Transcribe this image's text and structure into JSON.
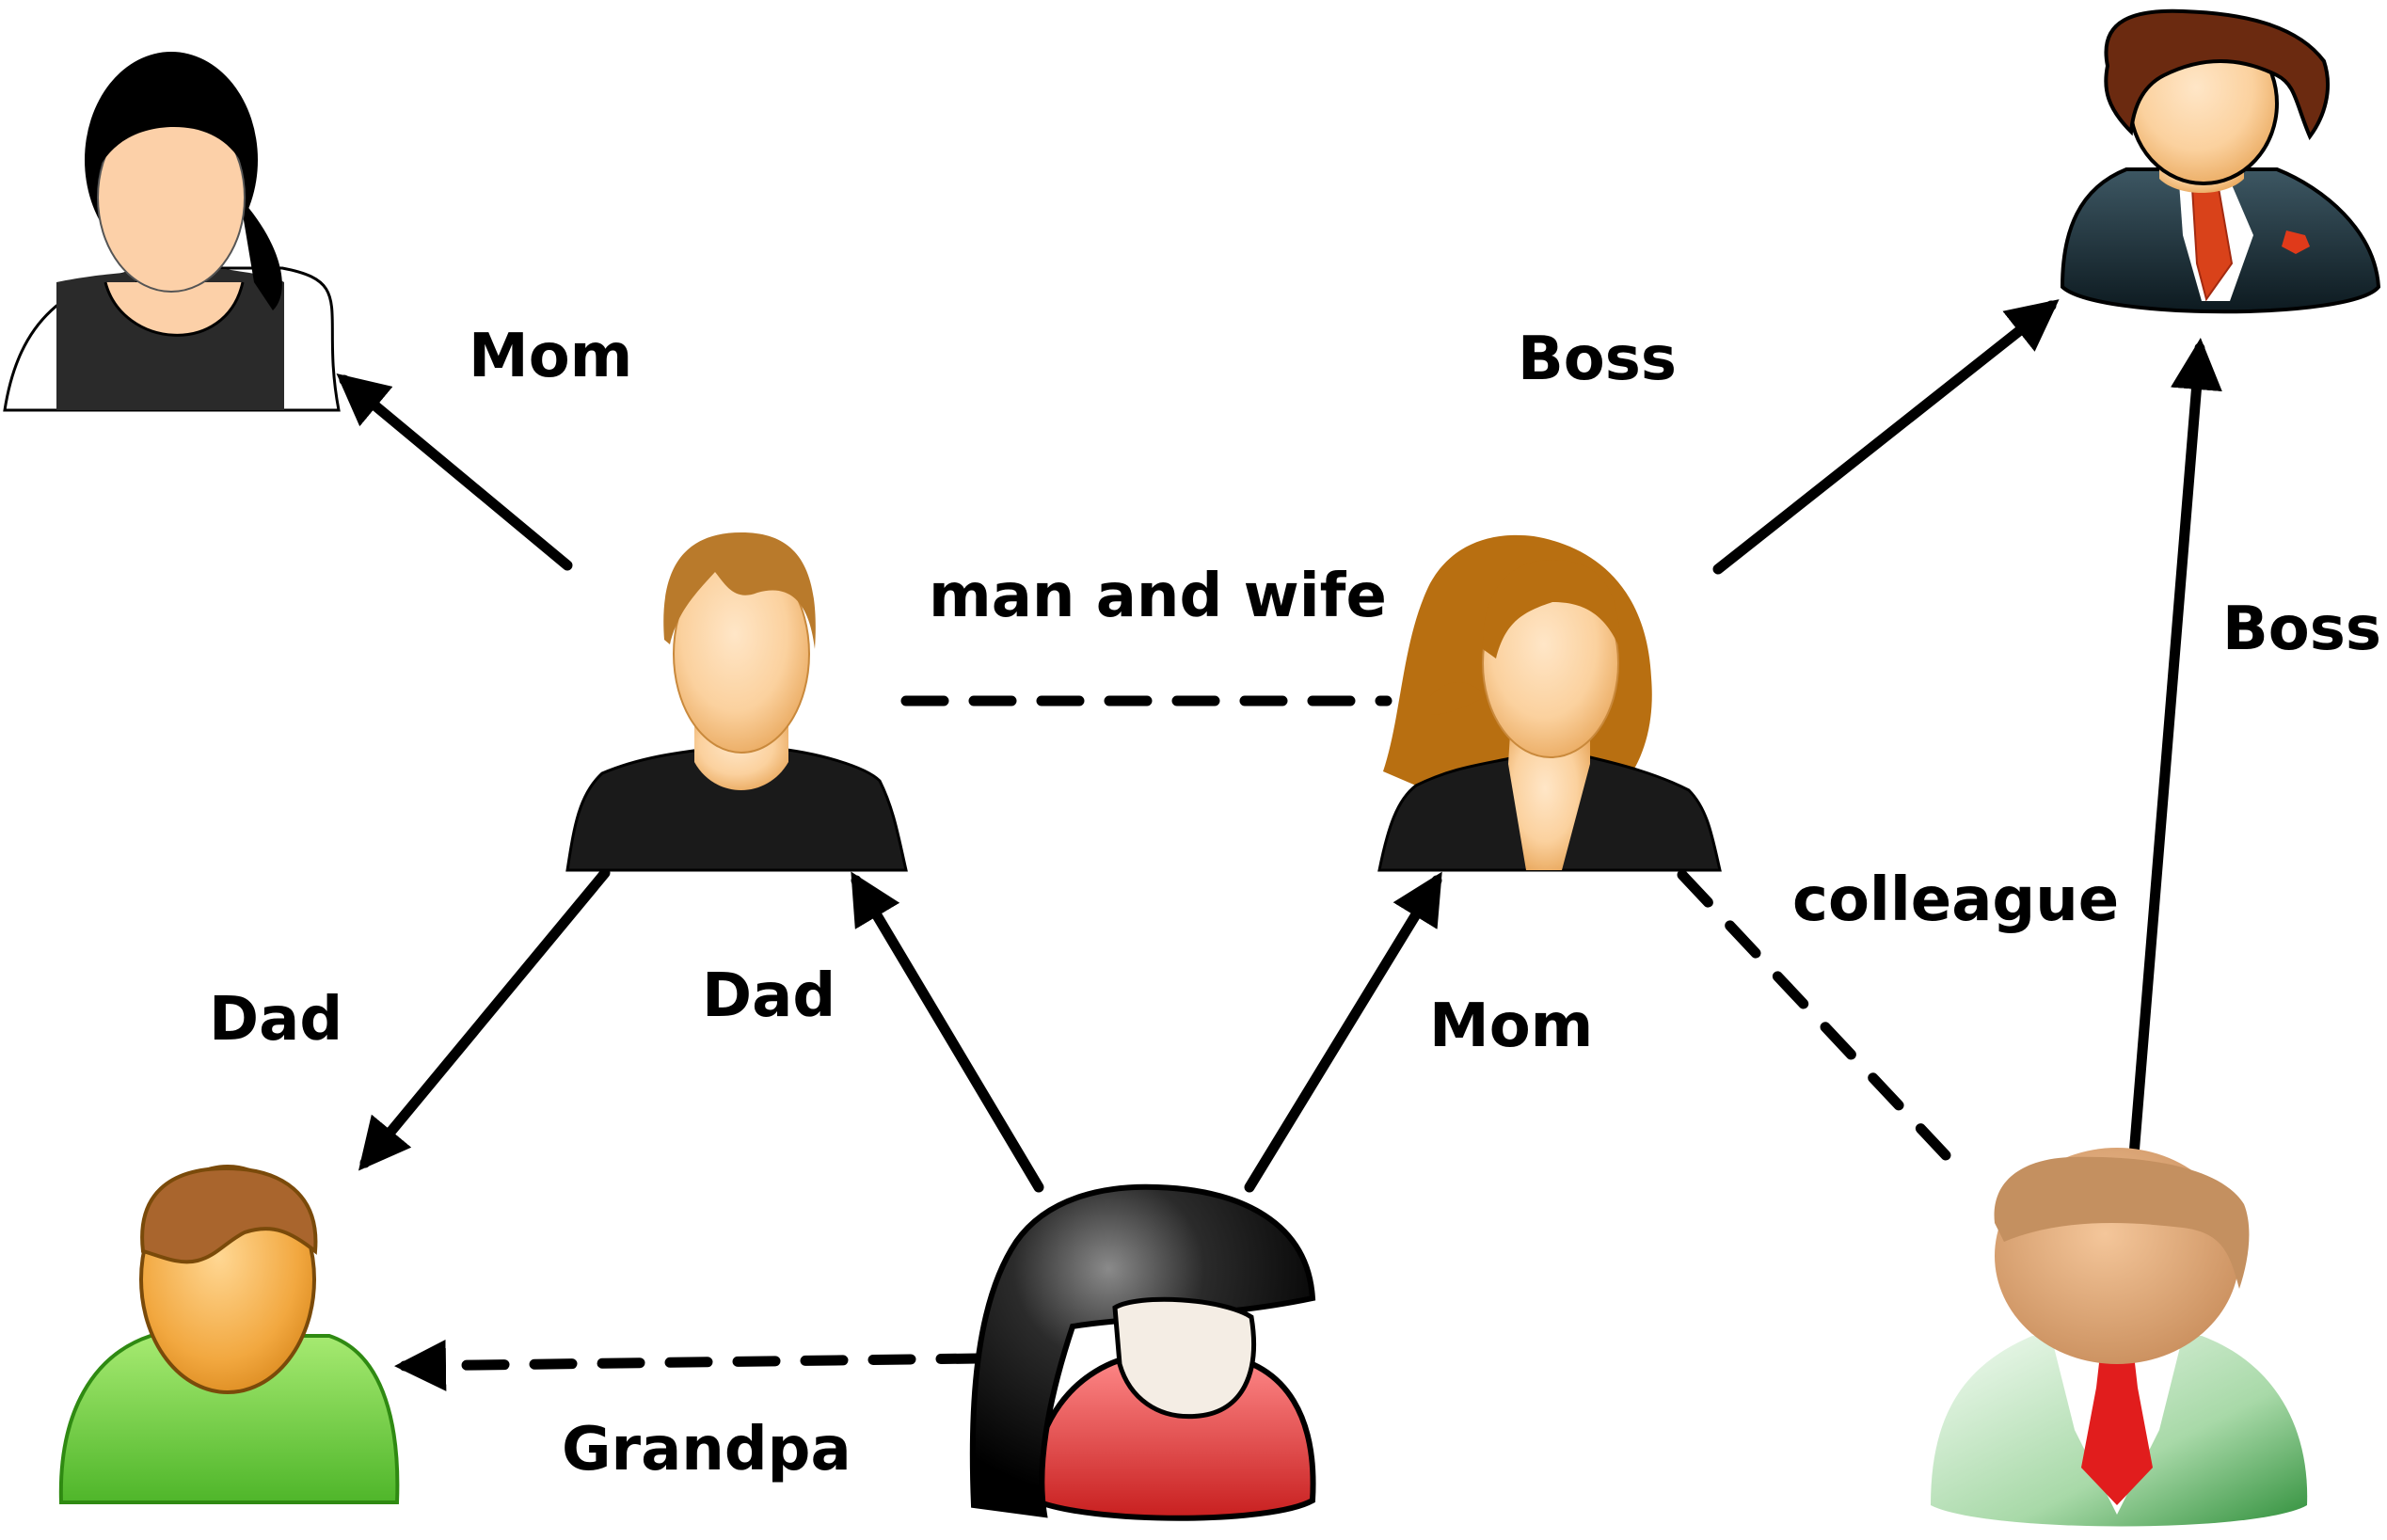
{
  "labels": {
    "mom_top": "Mom",
    "boss_top": "Boss",
    "boss_right": "Boss",
    "man_and_wife": "man and wife",
    "colleague": "colleague",
    "dad_left": "Dad",
    "dad_mid": "Dad",
    "mom_mid": "Mom",
    "grandpa": "Grandpa"
  },
  "people": [
    {
      "id": "grandma",
      "icon": "woman-black-dress-icon"
    },
    {
      "id": "dad",
      "icon": "man-black-shirt-icon"
    },
    {
      "id": "mom",
      "icon": "woman-brown-hair-icon"
    },
    {
      "id": "boss",
      "icon": "businessman-suit-icon"
    },
    {
      "id": "grandpa",
      "icon": "man-green-shirt-icon"
    },
    {
      "id": "child",
      "icon": "girl-red-shirt-icon"
    },
    {
      "id": "colleague",
      "icon": "man-green-suit-icon"
    }
  ],
  "colors": {
    "line": "#000000",
    "skin": "#fcd0a8",
    "hair_brown": "#b97a2b",
    "shirt_black": "#1a1a1a",
    "grandpa_shirt": "#7ccf3f",
    "child_shirt": "#e23a3a",
    "boss_tie": "#d9421a"
  }
}
